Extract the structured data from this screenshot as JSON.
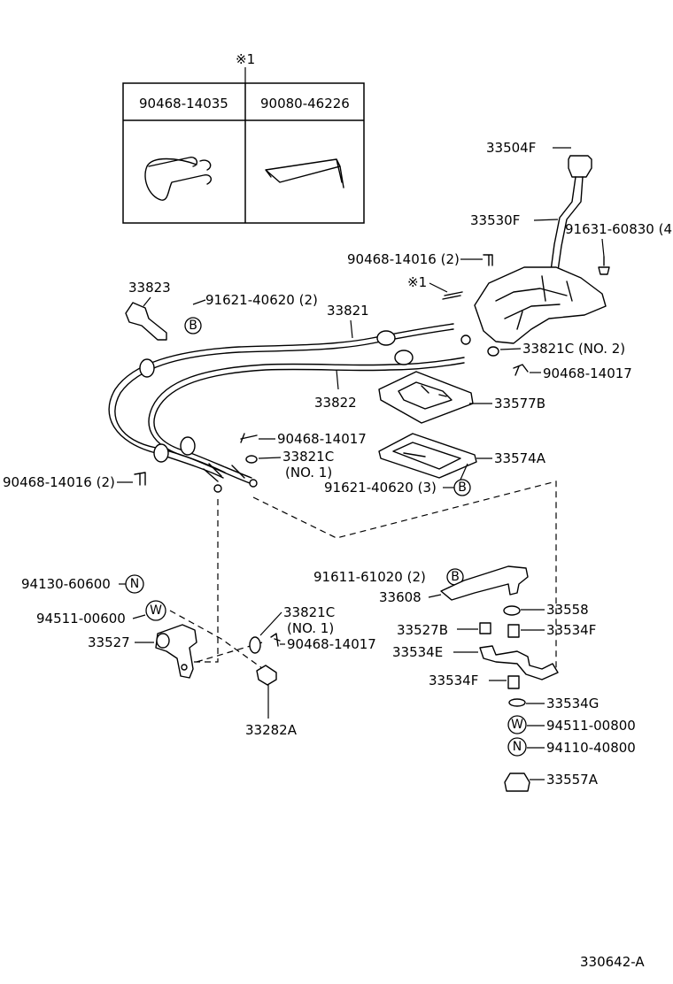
{
  "box": {
    "note": "※1",
    "col1_part": "90468-14035",
    "col2_part": "90080-46226"
  },
  "labels": {
    "p33504F": "33504F",
    "p33530F": "33530F",
    "p91631": "91631-60830 (4",
    "p90468_14016_top": "90468-14016 (2)",
    "p_note1": "※1",
    "p33823": "33823",
    "p91621_2": "91621-40620 (2)",
    "p33821": "33821",
    "p33821C_no2": "33821C (NO. 2)",
    "p90468_14017_r": "90468-14017",
    "p33822": "33822",
    "p33577B": "33577B",
    "p90468_14017_m": "90468-14017",
    "p33821C_m": "33821C",
    "p_no1_m": "(NO. 1)",
    "p33574A": "33574A",
    "p90468_14016_l": "90468-14016 (2)",
    "p91621_3": "91621-40620 (3)",
    "p91611": "91611-61020 (2)",
    "p33608": "33608",
    "p33558": "33558",
    "p94130": "94130-60600",
    "p94511_l": "94511-00600",
    "p33527": "33527",
    "p33821C_b": "33821C",
    "p_no1_b": "(NO. 1)",
    "p90468_14017_b": "90468-14017",
    "p33527B": "33527B",
    "p33534F_r": "33534F",
    "p33534E": "33534E",
    "p33534F_b": "33534F",
    "p33534G": "33534G",
    "p94511_r": "94511-00800",
    "p94110": "94110-40800",
    "p33557A": "33557A",
    "p33282A": "33282A",
    "figure_code": "330642-A"
  },
  "callouts": {
    "bolt": "B",
    "nut": "N",
    "washer": "W"
  }
}
